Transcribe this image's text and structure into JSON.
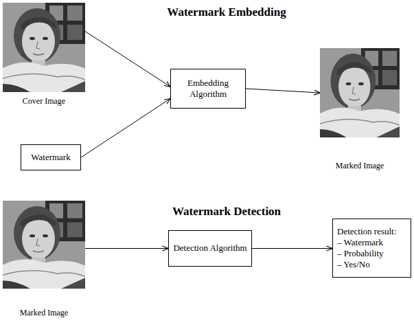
{
  "diagram": {
    "nodes": [
      {
        "text": [
          "Cover Image"
        ]
      },
      {
        "text": [
          "Watermark"
        ]
      },
      {
        "text": [
          "Embedding Algorithm"
        ]
      },
      {
        "text": [
          "Marked Image"
        ]
      },
      {
        "text": [
          "Marked Image"
        ]
      },
      {
        "text": [
          "Detection Algorithm"
        ]
      },
      {
        "text": [
          "Detection result:",
          "– Watermark",
          "– Probability",
          "– Yes/No"
        ]
      }
    ],
    "edges": [
      {
        "from": 0,
        "to": 2,
        "arrow": "to"
      },
      {
        "from": 1,
        "to": 2,
        "arrow": "to"
      },
      {
        "from": 2,
        "to": 3,
        "arrow": "to"
      },
      {
        "from": 4,
        "to": 5,
        "arrow": "to"
      },
      {
        "from": 5,
        "to": 6,
        "arrow": "to"
      }
    ],
    "labels": [
      "Watermark Embedding",
      "Watermark Detection"
    ]
  }
}
